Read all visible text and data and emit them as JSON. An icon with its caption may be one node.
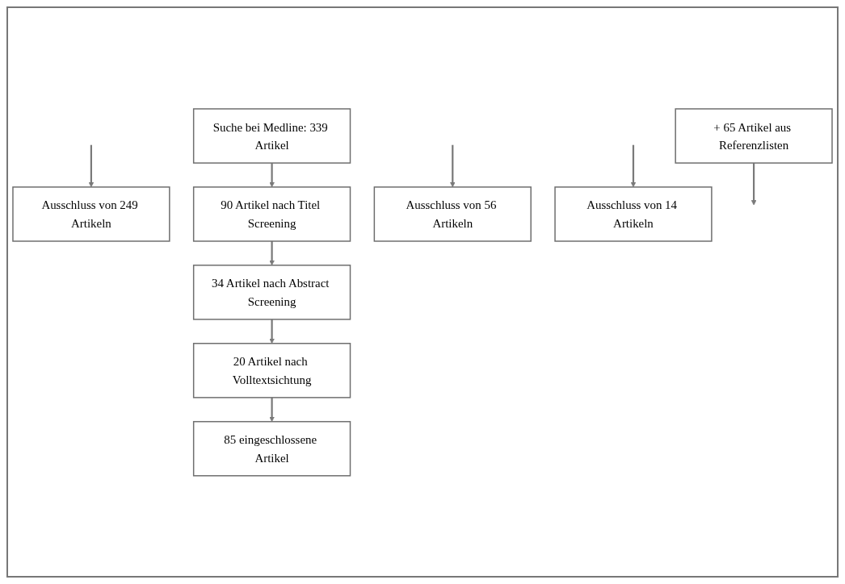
{
  "diagram": {
    "nodes": [
      {
        "text": [
          "Suche bei Medline: 339 Artikel"
        ]
      },
      {
        "text": [
          "Ausschluss von 249 Artikeln"
        ]
      },
      {
        "text": [
          "90 Artikel nach Titel Screening"
        ]
      },
      {
        "text": [
          "Ausschluss von 56 Artikeln"
        ]
      },
      {
        "text": [
          "34 Artikel nach Abstract Screening"
        ]
      },
      {
        "text": [
          "Ausschluss von 14 Artikeln"
        ]
      },
      {
        "text": [
          "20 Artikel nach Volltextsichtung"
        ]
      },
      {
        "text": [
          "+ 65 Artikel aus Referenzlisten"
        ]
      },
      {
        "text": [
          "85 eingeschlossene Artikel"
        ]
      }
    ],
    "edges": [
      {
        "from": 0,
        "to": 2,
        "arrow": "to"
      },
      {
        "from": null,
        "to": 1,
        "arrow": "to"
      },
      {
        "from": 2,
        "to": 4,
        "arrow": "to"
      },
      {
        "from": null,
        "to": 3,
        "arrow": "to"
      },
      {
        "from": 4,
        "to": 6,
        "arrow": "to"
      },
      {
        "from": null,
        "to": 5,
        "arrow": "to"
      },
      {
        "from": 6,
        "to": 8,
        "arrow": "to"
      },
      {
        "from": 7,
        "to": null,
        "arrow": "to"
      }
    ]
  }
}
